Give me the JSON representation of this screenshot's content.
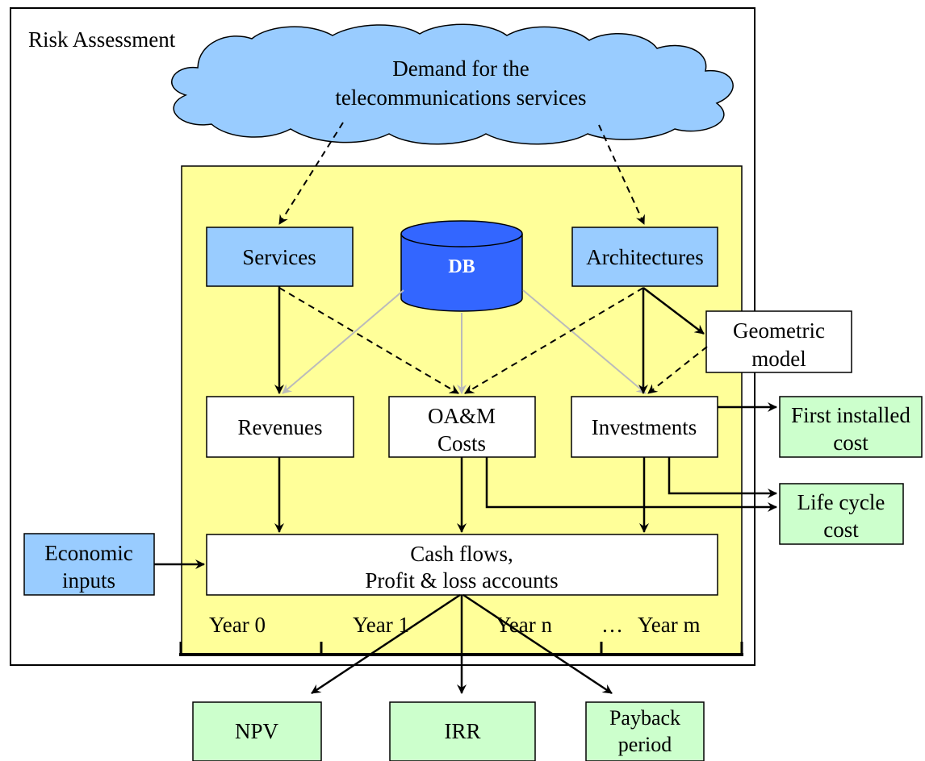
{
  "outer_title": "Risk Assessment",
  "cloud": {
    "line1": "Demand for the",
    "line2": "telecommunications services",
    "color": "#99ccff"
  },
  "boxes": {
    "services": "Services",
    "db": "DB",
    "architectures": "Architectures",
    "geometric_line1": "Geometric",
    "geometric_line2": "model",
    "revenues": "Revenues",
    "oam_line1": "OA&M",
    "oam_line2": "Costs",
    "investments": "Investments",
    "cash_line1": "Cash flows,",
    "cash_line2": "Profit & loss accounts",
    "economic_line1": "Economic",
    "economic_line2": "inputs"
  },
  "outputs": {
    "first_installed_line1": "First installed",
    "first_installed_line2": "cost",
    "life_cycle_line1": "Life cycle",
    "life_cycle_line2": "cost",
    "npv": "NPV",
    "irr": "IRR",
    "payback_line1": "Payback",
    "payback_line2": "period"
  },
  "timeline": {
    "year0": "Year 0",
    "year1": "Year 1",
    "yearn": "Year n",
    "ellipsis": "…",
    "yearm": "Year m"
  },
  "colors": {
    "yellow_panel": "#ffff99",
    "blue_box": "#99ccff",
    "db_blue": "#3366ff",
    "green_box": "#ccffcc",
    "grey_arrow": "#bbbbbb"
  }
}
